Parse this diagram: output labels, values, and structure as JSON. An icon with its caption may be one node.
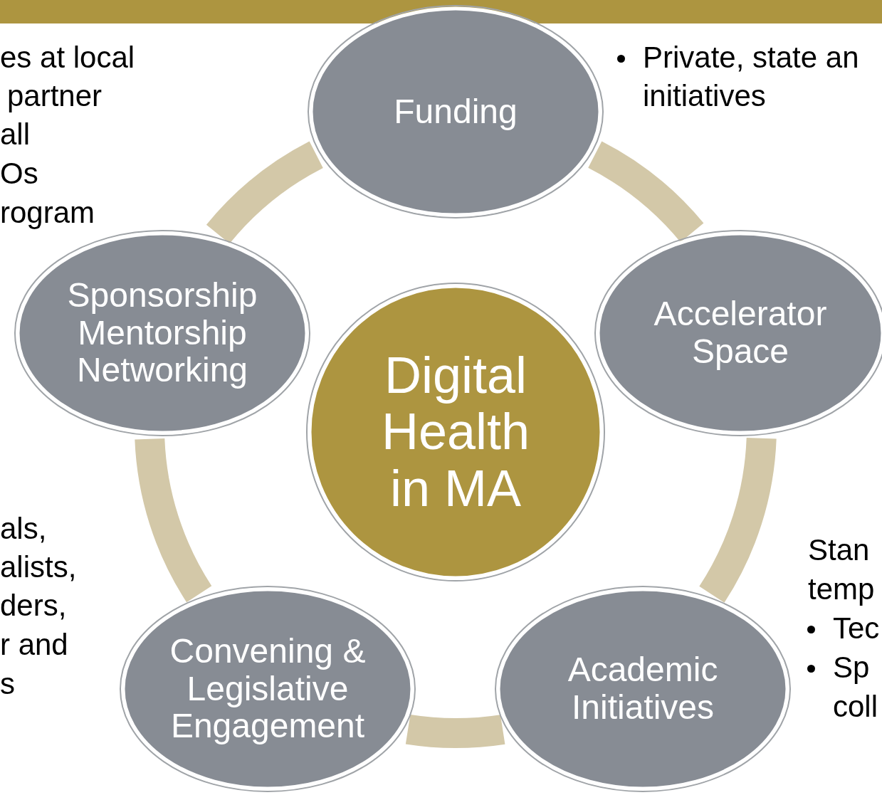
{
  "diagram": {
    "nodes": [
      {
        "text": [
          "Funding"
        ]
      },
      {
        "text": [
          "Accelerator Space"
        ]
      },
      {
        "text": [
          "Academic Initiatives"
        ]
      },
      {
        "text": [
          "Convening & Legislative Engagement"
        ]
      },
      {
        "text": [
          "Sponsorship Mentorship Networking"
        ]
      },
      {
        "text": [
          "Digital Health in MA"
        ]
      }
    ],
    "edges": [
      {
        "from": 0,
        "to": 1,
        "arrow": "none"
      },
      {
        "from": 1,
        "to": 2,
        "arrow": "none"
      },
      {
        "from": 2,
        "to": 3,
        "arrow": "none"
      },
      {
        "from": 3,
        "to": 4,
        "arrow": "none"
      },
      {
        "from": 4,
        "to": 0,
        "arrow": "none"
      }
    ],
    "labels": [
      "es at local",
      "partner",
      "all",
      "Os",
      "rogram",
      "Private, state an",
      "initiatives",
      "als,",
      "alists,",
      "ders,",
      "r and",
      "s",
      "Stan",
      "temp",
      "Tec",
      "Sp",
      "coll"
    ]
  }
}
